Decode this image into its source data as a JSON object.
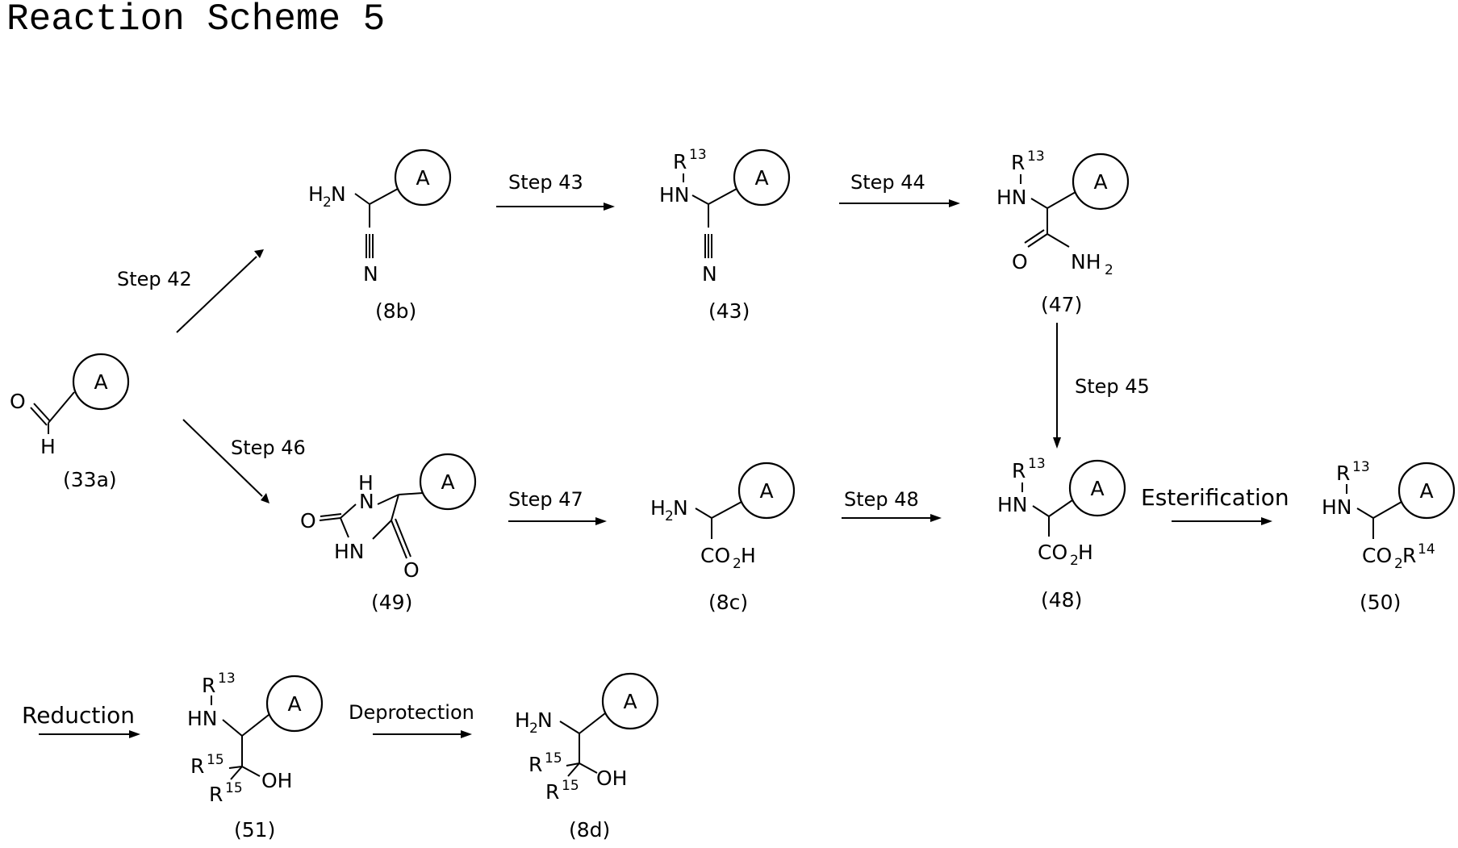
{
  "title": "Reaction Scheme 5",
  "ring_label": "A",
  "compounds": {
    "c33a": "(33a)",
    "c8b": "(8b)",
    "c43": "(43)",
    "c47": "(47)",
    "c49": "(49)",
    "c8c": "(8c)",
    "c48": "(48)",
    "c50": "(50)",
    "c51": "(51)",
    "c8d": "(8d)"
  },
  "steps": {
    "s42": "Step 42",
    "s43": "Step 43",
    "s44": "Step 44",
    "s45": "Step 45",
    "s46": "Step 46",
    "s47": "Step 47",
    "s48": "Step 48",
    "esterification": "Esterification",
    "reduction": "Reduction",
    "deprotection": "Deprotection"
  },
  "atoms": {
    "O": "O",
    "H": "H",
    "N": "N",
    "HN": "HN",
    "H_left": "H",
    "N_right": "N",
    "R": "R",
    "n13": "13",
    "n14": "14",
    "n15": "15",
    "two": "2",
    "OH": "OH",
    "CO": "CO",
    "NH": "NH"
  }
}
